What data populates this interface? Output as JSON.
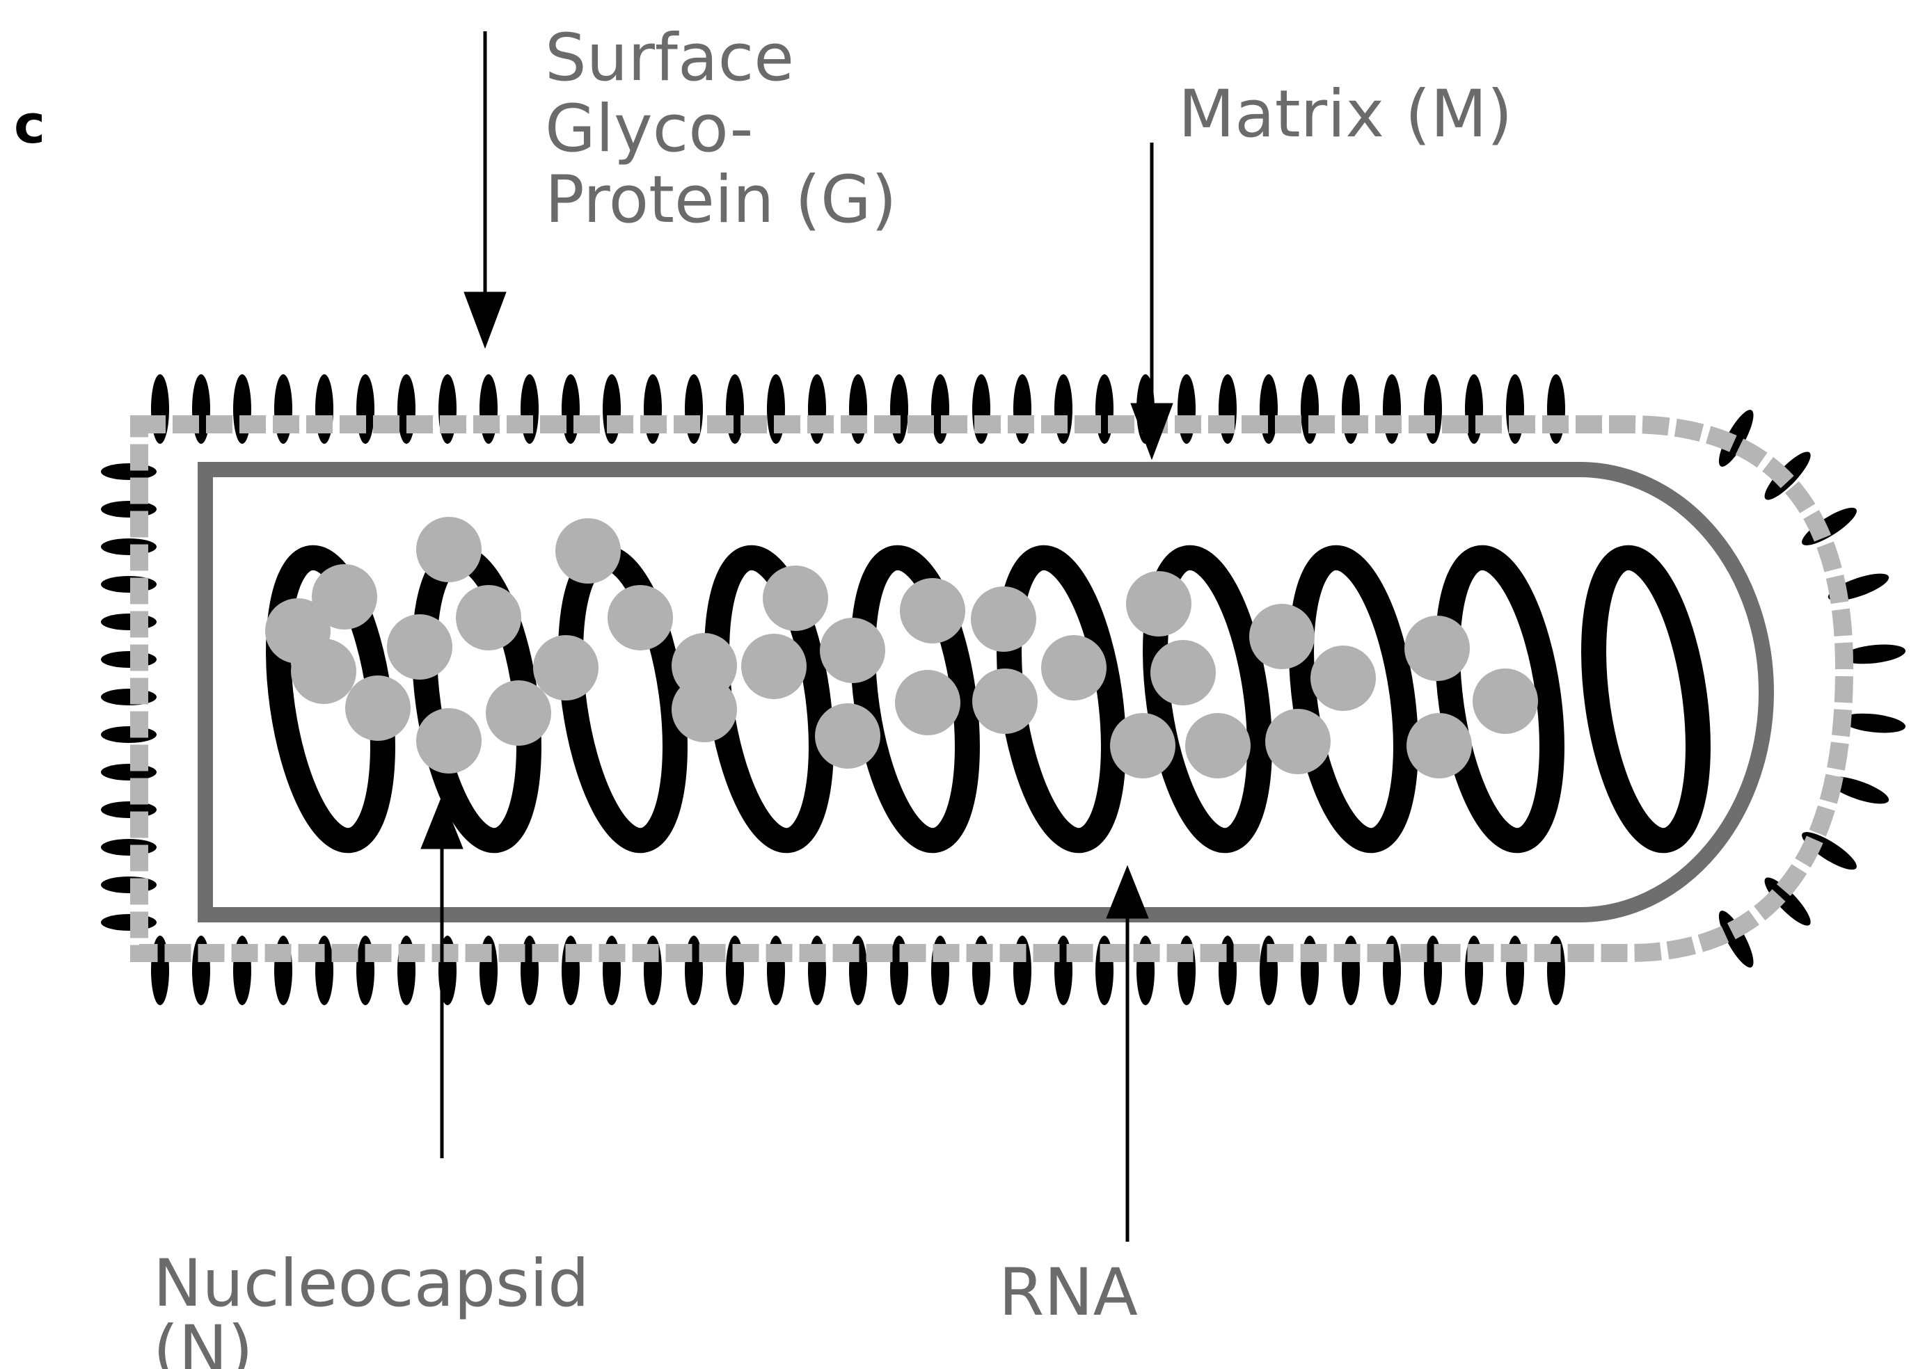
{
  "panel_letter": "c",
  "labels": {
    "glycoprotein": [
      "Surface",
      "Glyco-",
      "Protein (G)"
    ],
    "matrix": "Matrix (M)",
    "nucleocapsid": [
      "Nucleocapsid",
      "(N)"
    ],
    "rna": "RNA"
  },
  "colors": {
    "background": "#ffffff",
    "spike": "#000000",
    "membrane": "#b5b5b5",
    "matrix_outline": "#6e6e6e",
    "rna_coil": "#000000",
    "nucleoprotein": "#b1b1b1",
    "label_text": "#6b6b6b",
    "arrow": "#000000"
  }
}
